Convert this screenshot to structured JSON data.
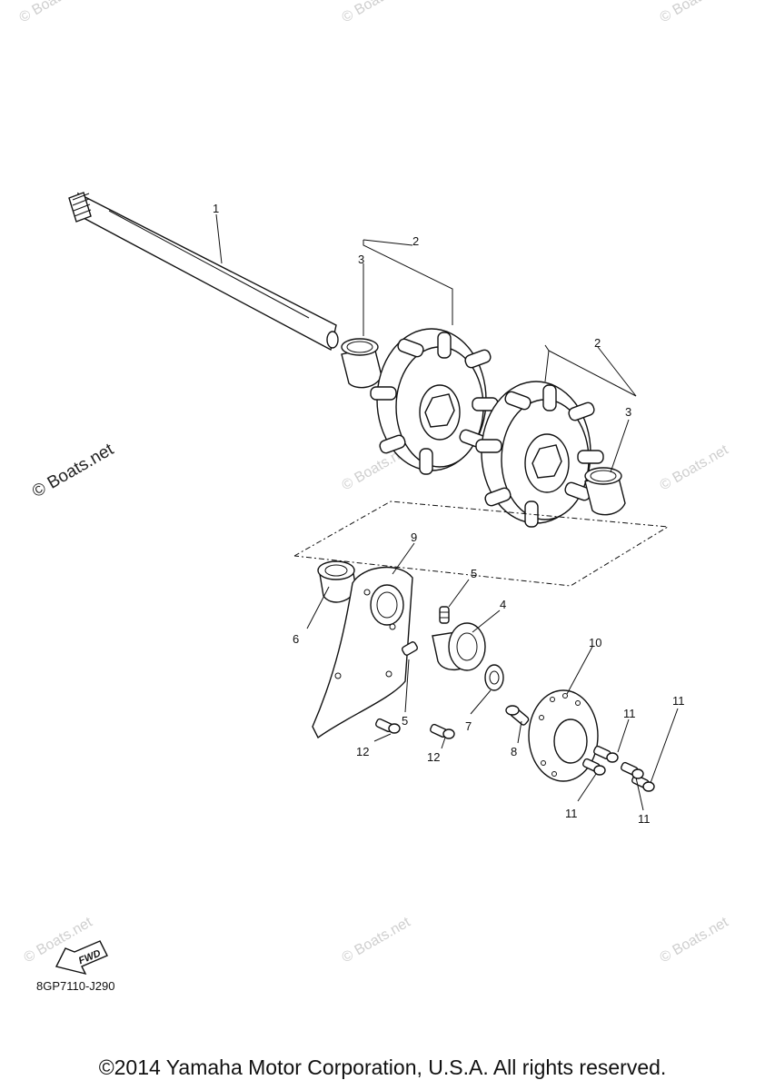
{
  "watermark": {
    "text": "© Boats.net"
  },
  "callouts": {
    "p1": "1",
    "p2a": "2",
    "p2b": "2",
    "p3a": "3",
    "p3b": "3",
    "p4": "4",
    "p5a": "5",
    "p5b": "5",
    "p6": "6",
    "p7": "7",
    "p8": "8",
    "p9": "9",
    "p10": "10",
    "p11a": "11",
    "p11b": "11",
    "p11c": "11",
    "p11d": "11",
    "p12a": "12",
    "p12b": "12"
  },
  "fwd_label": "FWD",
  "diagram_code": "8GP7110-J290",
  "copyright": "©2014 Yamaha Motor Corporation, U.S.A. All rights reserved."
}
